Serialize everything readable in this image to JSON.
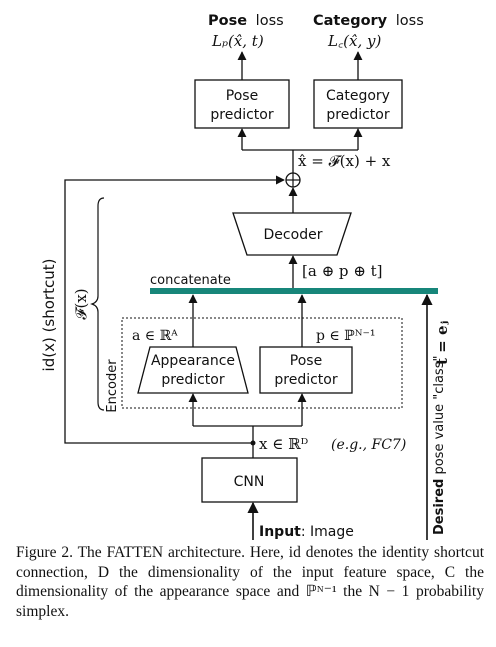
{
  "losses": {
    "pose_title": "Pose",
    "pose_word": "loss",
    "pose_formula": "Lₚ(x̂, t)",
    "category_title": "Category",
    "category_word": "loss",
    "category_formula": "L꜀(x̂, y)"
  },
  "colors": {
    "pose_loss": "#4f9a86",
    "category_loss": "#c0392b",
    "concat_bar": "#17867a",
    "concat_label": "#17867a"
  },
  "boxes": {
    "pose_predictor_top": [
      "Pose",
      "predictor"
    ],
    "category_predictor": [
      "Category",
      "predictor"
    ],
    "decoder": "Decoder",
    "appearance_predictor": [
      "Appearance",
      "predictor"
    ],
    "pose_predictor_bottom": [
      "Pose",
      "predictor"
    ],
    "cnn": "CNN"
  },
  "labels": {
    "x_hat_eq": "x̂ = 𝓕(x) + x",
    "concat_vector": "[a ⊕ p ⊕ t]",
    "concatenate": "concatenate",
    "a_space": "a ∈ ℝᴬ",
    "p_space": "p ∈ ℙᴺ⁻¹",
    "x_space": "x ∈ ℝᴰ",
    "x_example": "(e.g., FC7)",
    "encoder": "Encoder",
    "fx": "𝓕(x)",
    "shortcut": "id(x) (shortcut)",
    "input_bold": "Input",
    "input_rest": ": Image",
    "desired_bold": "Desired",
    "desired_rest": " pose value \"class\"",
    "t_eq": "t = eⱼ",
    "plus": "⊕"
  },
  "caption": "Figure 2. The FATTEN architecture. Here, id denotes the identity shortcut connection, D the dimensionality of the input feature space, C the dimensionality of the appearance space and ℙᴺ⁻¹ the N − 1 probability simplex."
}
